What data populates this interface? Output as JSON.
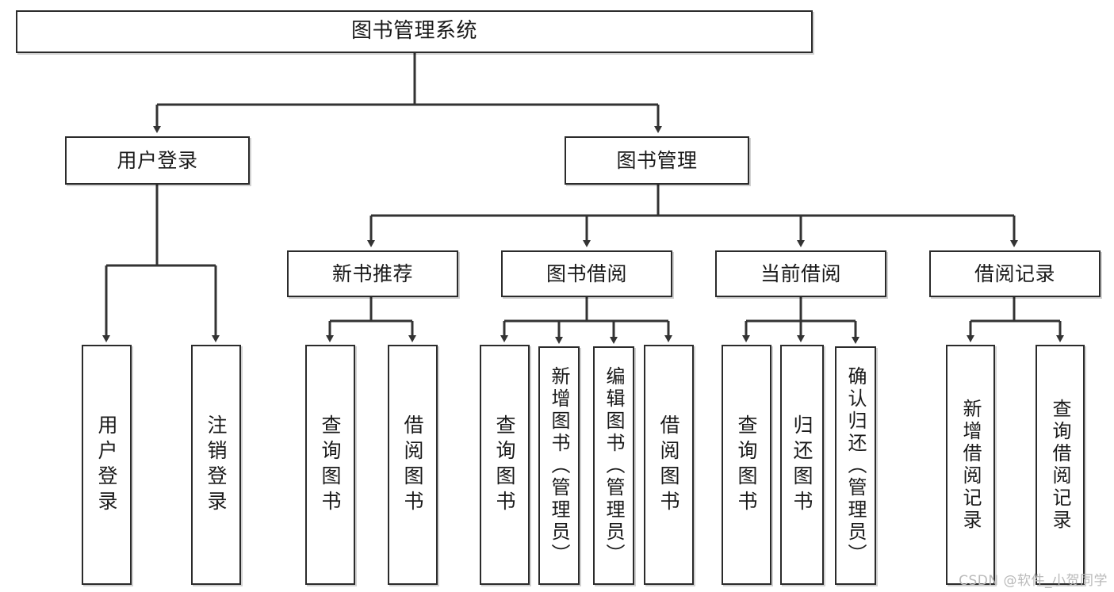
{
  "diagram": {
    "type": "tree-hierarchy",
    "title": "图书管理系统",
    "orientation": "top-down",
    "colors": {
      "box_border": "#2b2b2b",
      "box_fill": "#ffffff",
      "connector": "#333333",
      "text": "#1a1a1a",
      "watermark": "#b9b9b9",
      "background": "#ffffff"
    }
  },
  "root": {
    "label": "图书管理系统"
  },
  "level2": [
    {
      "label": "用户登录"
    },
    {
      "label": "图书管理"
    }
  ],
  "level3": [
    {
      "label": "新书推荐"
    },
    {
      "label": "图书借阅"
    },
    {
      "label": "当前借阅"
    },
    {
      "label": "借阅记录"
    }
  ],
  "leaves": {
    "user_login": [
      {
        "label": "用户登录"
      },
      {
        "label": "注销登录"
      }
    ],
    "new_book_recommend": [
      {
        "label": "查询图书"
      },
      {
        "label": "借阅图书"
      }
    ],
    "book_borrow": [
      {
        "label": "查询图书"
      },
      {
        "label": "新增图书（管理员）"
      },
      {
        "label": "编辑图书（管理员）"
      },
      {
        "label": "借阅图书"
      }
    ],
    "current_borrow": [
      {
        "label": "查询图书"
      },
      {
        "label": "归还图书"
      },
      {
        "label": "确认归还（管理员）"
      }
    ],
    "borrow_record": [
      {
        "label": "新增借阅记录"
      },
      {
        "label": "查询借阅记录"
      }
    ]
  },
  "watermark": {
    "text": "CSDN @软件_小贺同学"
  }
}
